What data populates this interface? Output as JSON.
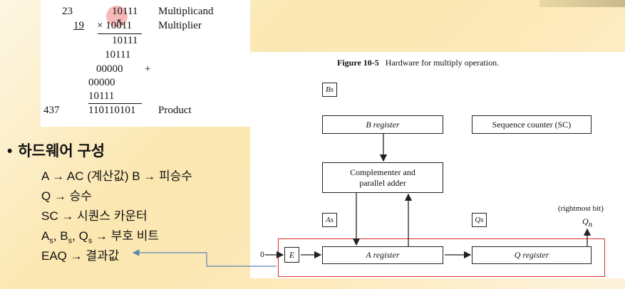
{
  "multiplication": {
    "rows": [
      {
        "left": "23",
        "mid": "10111",
        "right": "Multiplicand"
      },
      {
        "left": "19",
        "mid": "× 10011",
        "right": "Multiplier"
      },
      {
        "mid": "10111"
      },
      {
        "mid": "10111"
      },
      {
        "mid": "00000",
        "plus": "+"
      },
      {
        "mid": "00000"
      },
      {
        "mid": "10111"
      },
      {
        "left": "437",
        "mid": "110110101",
        "right": "Product"
      }
    ]
  },
  "figure": {
    "caption_num": "Figure 10-5",
    "caption_text": "Hardware for multiply operation.",
    "bs": "B",
    "bs_sub": "s",
    "as": "A",
    "as_sub": "s",
    "qs": "Q",
    "qs_sub": "s",
    "b_register": "B register",
    "sc": "Sequence counter (SC)",
    "comp_line1": "Complementer and",
    "comp_line2": "parallel adder",
    "rightmost": "(rightmost bit)",
    "qn": "Q",
    "qn_sub": "n",
    "zero": "0",
    "e": "E",
    "a_register": "A register",
    "q_register": "Q register"
  },
  "bullets": {
    "heading": "하드웨어 구성",
    "l1": "A → AC (계산값)   B → 피승수",
    "l2": "Q → 승수",
    "l3": "SC → 시퀀스 카운터",
    "l4a": "A",
    "l4a_sub": "s",
    "l4b": ", B",
    "l4b_sub": "s",
    "l4c": ", Q",
    "l4c_sub": "s",
    "l4d": " → 부호 비트",
    "l5": "EAQ → 결과값"
  },
  "colors": {
    "highlight": "#d9302c",
    "connector": "#5b86b0"
  }
}
